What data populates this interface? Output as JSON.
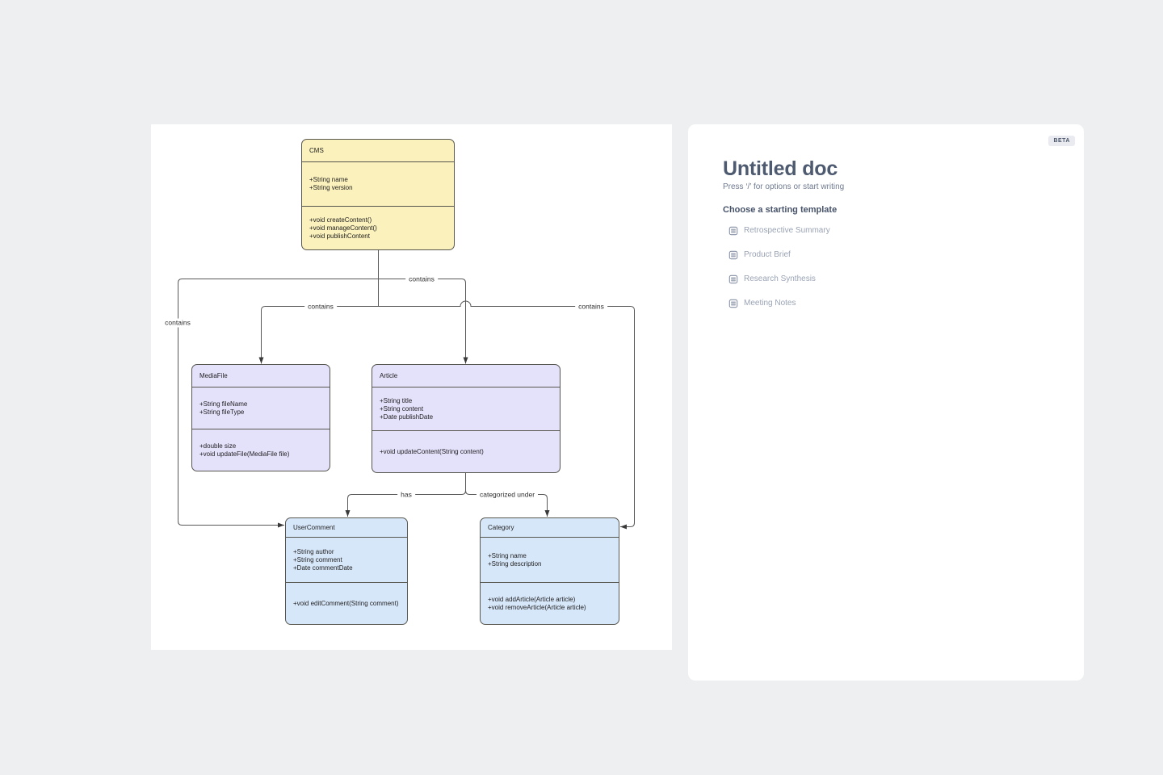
{
  "canvas": {
    "background": "#ffffff"
  },
  "diagram": {
    "line_color": "#595959",
    "classes": [
      {
        "name": "CMS",
        "fill": "#FBF1BC",
        "attributes": [
          "+String name",
          "+String version"
        ],
        "methods": [
          "+void createContent()",
          "+void manageContent()",
          "+void publishContent"
        ]
      },
      {
        "name": "MediaFile",
        "fill": "#E4E1FB",
        "attributes": [
          "+String fileName",
          "+String fileType"
        ],
        "methods": [
          "+double size",
          "+void updateFile(MediaFile file)"
        ]
      },
      {
        "name": "Article",
        "fill": "#E4E1FB",
        "attributes": [
          "+String title",
          "+String content",
          "+Date publishDate"
        ],
        "methods": [
          "+void updateContent(String content)"
        ]
      },
      {
        "name": "UserComment",
        "fill": "#D7E7FA",
        "attributes": [
          "+String author",
          "+String comment",
          "+Date commentDate"
        ],
        "methods": [
          "+void editComment(String comment)"
        ]
      },
      {
        "name": "Category",
        "fill": "#D7E7FA",
        "attributes": [
          "+String name",
          "+String description"
        ],
        "methods": [
          "+void addArticle(Article article)",
          "+void removeArticle(Article article)"
        ]
      }
    ],
    "edges": [
      {
        "from": "CMS",
        "to": "MediaFile",
        "label": "contains"
      },
      {
        "from": "CMS",
        "to": "Article",
        "label": "contains"
      },
      {
        "from": "CMS",
        "to": "UserComment",
        "label": "contains"
      },
      {
        "from": "CMS",
        "to": "Category",
        "label": "contains"
      },
      {
        "from": "Article",
        "to": "UserComment",
        "label": "has"
      },
      {
        "from": "Article",
        "to": "Category",
        "label": "categorized under"
      }
    ]
  },
  "doc_panel": {
    "beta_badge": "BETA",
    "title": "Untitled doc",
    "placeholder": "Press ‘/’ for options or start writing",
    "templates_heading": "Choose a starting template",
    "accent_text_color": "#4e5a70",
    "templates": [
      {
        "icon": "document-lines-icon",
        "label": "Retrospective Summary"
      },
      {
        "icon": "document-lines-icon",
        "label": "Product Brief"
      },
      {
        "icon": "document-lines-icon",
        "label": "Research Synthesis"
      },
      {
        "icon": "document-lines-icon",
        "label": "Meeting Notes"
      }
    ]
  }
}
